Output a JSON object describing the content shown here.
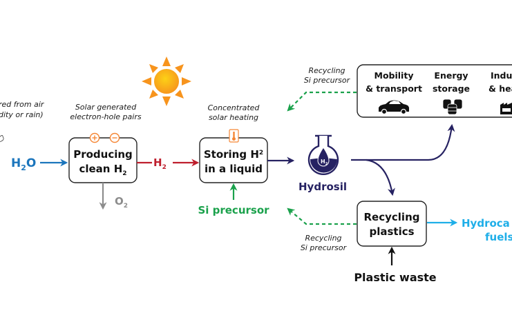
{
  "colors": {
    "water": "#1b75bc",
    "hydrogen": "#be1e2d",
    "oxygen": "#8c8c8c",
    "hydrosil": "#262262",
    "silicon": "#1aa14b",
    "solar_accent": "#f58634",
    "hydrocarbon": "#1eaee8",
    "box_stroke": "#222222"
  },
  "water_source": {
    "caption_line1": "red from air",
    "caption_line2": "dity or rain)",
    "label_main": "H",
    "label_sub": "2",
    "label_tail": "O"
  },
  "solar_caption": {
    "line1": "Solar generated",
    "line2": "electron-hole pairs"
  },
  "producing_box": {
    "line1": "Producing",
    "line2_main": "clean H",
    "line2_sub": "2",
    "plus_icon": "plus-circle-icon",
    "minus_icon": "minus-circle-icon"
  },
  "oxygen_output": {
    "label_main": "O",
    "label_sub": "2"
  },
  "hydrogen_flow": {
    "label_main": "H",
    "label_sub": "2"
  },
  "heating_caption": {
    "line1": "Concentrated",
    "line2": "solar heating"
  },
  "storing_box": {
    "line1_main": "Storing H",
    "line1_sub": "2",
    "line2": "in a liquid",
    "icon": "thermometer-icon"
  },
  "si_precursor": {
    "label": "Si precursor"
  },
  "hydrosil": {
    "label": "Hydrosil",
    "flask_label_main": "H",
    "flask_label_sub": "2"
  },
  "recycle_top": {
    "line1": "Recycling",
    "line2": "Si precursor"
  },
  "recycle_bottom": {
    "line1": "Recycling",
    "line2": "Si precursor"
  },
  "applications_box": {
    "items": [
      {
        "line1": "Mobility",
        "line2": "& transport",
        "icon": "car-icon"
      },
      {
        "line1": "Energy",
        "line2": "storage",
        "icon": "battery-stack-icon"
      },
      {
        "line1": "Indu",
        "line2": "& hea",
        "icon": "factory-icon"
      }
    ]
  },
  "recycling_plastics_box": {
    "line1": "Recycling",
    "line2": "plastics"
  },
  "plastic_waste": {
    "label": "Plastic waste"
  },
  "hydrocarbon_output": {
    "line1": "Hydroca",
    "line2": "fuels"
  }
}
